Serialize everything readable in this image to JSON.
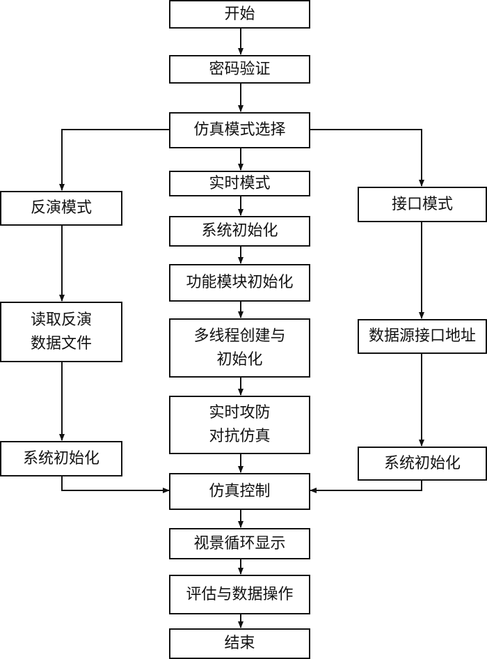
{
  "nodes": {
    "start": "开始",
    "password": "密码验证",
    "mode_select": "仿真模式选择",
    "realtime_mode": "实时模式",
    "sys_init_center": "系统初始化",
    "func_init": "功能模块初始化",
    "multithread": "多线程创建与\n初始化",
    "attack_defense": "实时攻防\n对抗仿真",
    "inversion_mode": "反演模式",
    "read_inversion": "读取反演\n数据文件",
    "sys_init_left": "系统初始化",
    "interface_mode": "接口模式",
    "datasource_addr": "数据源接口地址",
    "sys_init_right": "系统初始化",
    "sim_control": "仿真控制",
    "scene_display": "视景循环显示",
    "eval_data": "评估与数据操作",
    "end": "结束"
  }
}
